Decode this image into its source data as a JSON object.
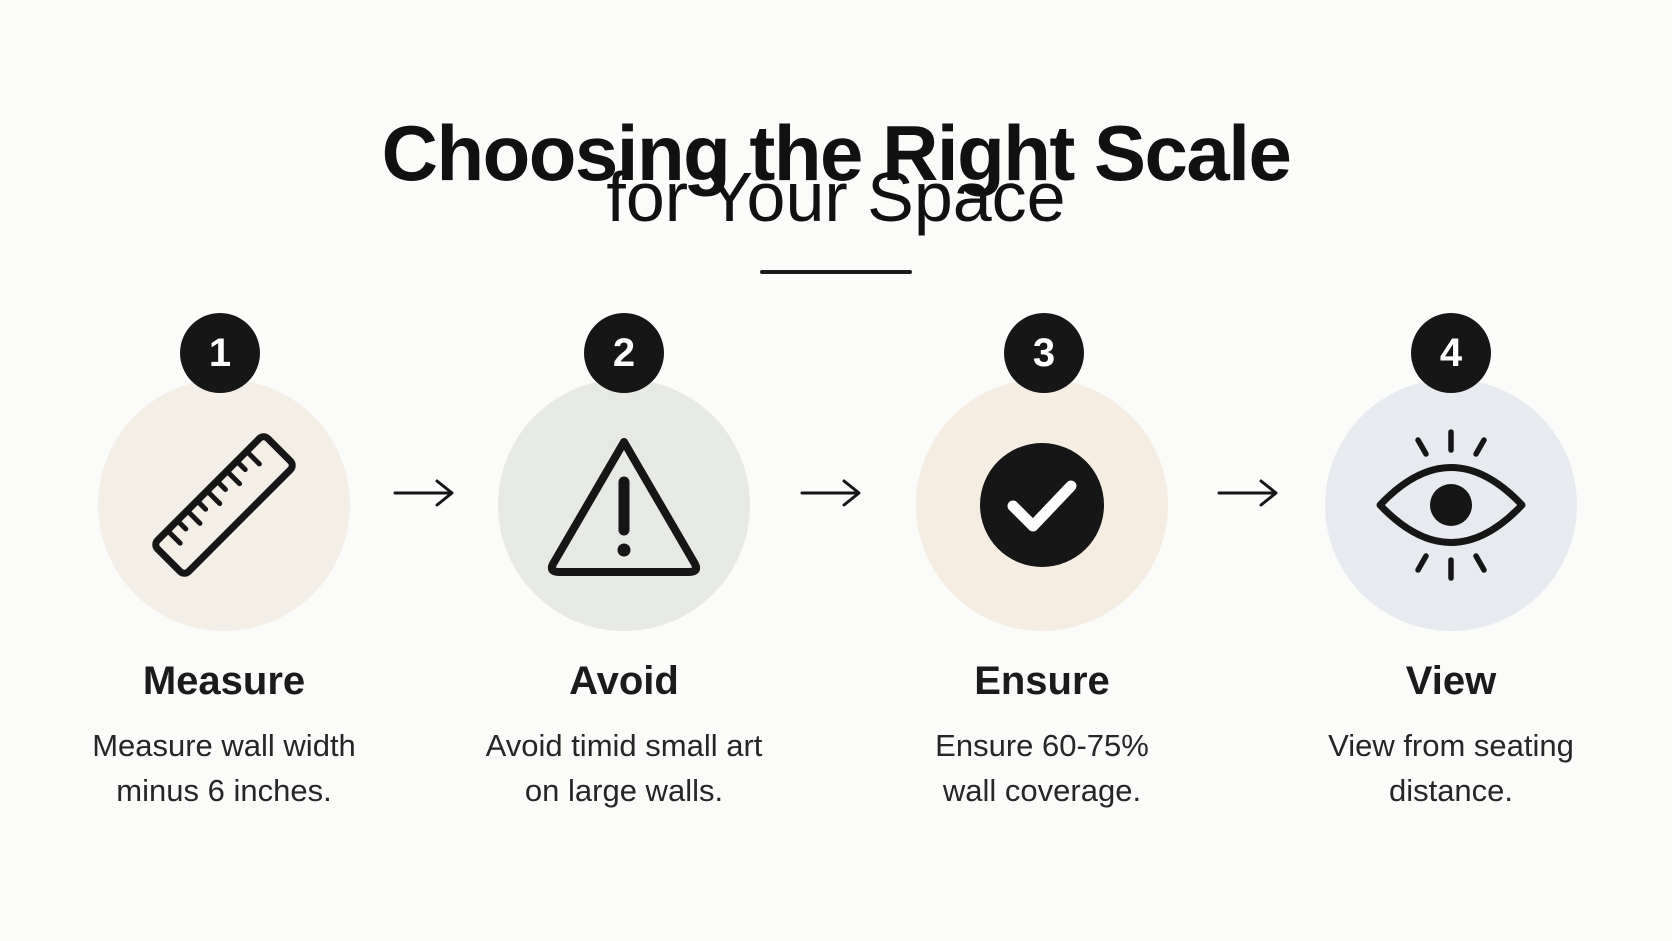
{
  "header": {
    "title_line1": "Choosing the Right Scale",
    "title_line2": "for Your Space"
  },
  "steps": [
    {
      "number": "1",
      "title": "Measure",
      "line1": "Measure wall width",
      "line2": "minus 6 inches.",
      "icon": "ruler-icon",
      "bg": "#f4efe6"
    },
    {
      "number": "2",
      "title": "Avoid",
      "line1": "Avoid timid small art",
      "line2": "on large walls.",
      "icon": "warning-icon",
      "bg": "#e7e9e4"
    },
    {
      "number": "3",
      "title": "Ensure",
      "line1": "Ensure 60-75%",
      "line2": "wall coverage.",
      "icon": "checkmark-icon",
      "bg": "#f5ede1"
    },
    {
      "number": "4",
      "title": "View",
      "line1": "View from seating",
      "line2": "distance.",
      "icon": "eye-icon",
      "bg": "#e7ebef"
    }
  ],
  "colors": {
    "badge": "#161616",
    "text": "#111111",
    "background": "#fbfbfa"
  }
}
